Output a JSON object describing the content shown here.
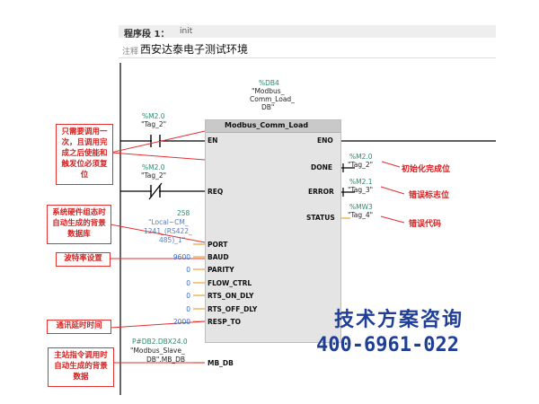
{
  "network": {
    "segment_label": "程序段 1：",
    "segment_name": "init",
    "comment_key": "注释",
    "comment_text": "西安达泰电子测试环境"
  },
  "block": {
    "db_name": "%DB4",
    "db_instance_line1": "\"Modbus_",
    "db_instance_line2": "Comm_Load_",
    "db_instance_line3": "DB\"",
    "title": "Modbus_Comm_Load",
    "pin_en": "EN",
    "pin_eno": "ENO",
    "pin_req": "REQ",
    "pin_done": "DONE",
    "pin_error": "ERROR",
    "pin_status": "STATUS",
    "pin_port": "PORT",
    "pin_baud": "BAUD",
    "pin_parity": "PARITY",
    "pin_flow_ctrl": "FLOW_CTRL",
    "pin_rts_on_dly": "RTS_ON_DLY",
    "pin_rts_off_dly": "RTS_OFF_DLY",
    "pin_resp_to": "RESP_TO",
    "pin_mb_db": "MB_DB"
  },
  "inputs": {
    "contact1_addr": "%M2.0",
    "contact1_name": "\"Tag_2\"",
    "contact2_addr": "%M2.0",
    "contact2_name": "\"Tag_2\"",
    "port_value": "258",
    "port_name_line1": "\"Local~CM_",
    "port_name_line2": "1241_(RS422_",
    "port_name_line3": "485)_1\"",
    "baud_value": "9600",
    "parity_value": "0",
    "flow_ctrl_value": "0",
    "rts_on_dly_value": "0",
    "rts_off_dly_value": "0",
    "resp_to_value": "2000",
    "mb_db_addr": "P#DB2.DBX24.0",
    "mb_db_name_line1": "\"Modbus_Slave_",
    "mb_db_name_line2": "DB\".MB_DB"
  },
  "outputs": {
    "done_addr": "%M2.0",
    "done_name": "\"Tag_2\"",
    "error_addr": "%M2.1",
    "error_name": "\"Tag_3\"",
    "status_addr": "%MW3",
    "status_name": "\"Tag_4\""
  },
  "annotations": {
    "left_1": "只需要调用一次，且调用完成之后使能和触发位必须复位",
    "left_2": "系统硬件组态时自动生成的背景数据库",
    "left_3": "波特率设置",
    "left_4": "通讯延时时间",
    "left_5": "主站指令调用时自动生成的背景数据",
    "right_done": "初始化完成位",
    "right_error": "错误标志位",
    "right_status": "错误代码"
  },
  "promo": {
    "line1": "技术方案咨询",
    "line2": "400-6961-022"
  },
  "colors": {
    "accent_red": "#e53030",
    "block_gray": "#e4e4e4",
    "address_green": "#2b8a6e",
    "value_blue": "#3a6ccf",
    "wire_orange": "#f0a030",
    "promo_blue": "#1f3f97"
  }
}
